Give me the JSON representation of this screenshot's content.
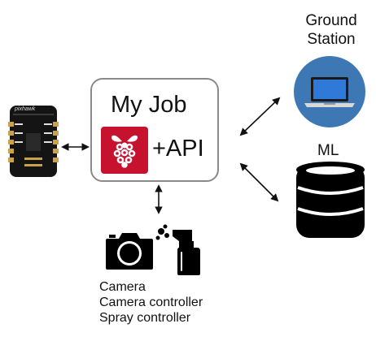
{
  "center": {
    "title": "My Job",
    "api_label": "+API",
    "board_icon": "raspberry-pi-icon"
  },
  "ground_station": {
    "label_line1": "Ground",
    "label_line2": "Station",
    "icon": "laptop-icon"
  },
  "ml": {
    "label": "ML",
    "icon": "database-icon"
  },
  "flight_controller": {
    "icon": "pixhawk-board-icon",
    "brand_text": "pixhawk"
  },
  "peripherals": {
    "icons": [
      "camera-icon",
      "spray-can-icon"
    ],
    "lines": [
      "Camera",
      "Camera controller",
      "Spray controller"
    ]
  },
  "colors": {
    "ground_station_circle": "#3d78b4",
    "laptop_screen": "#2f7ad9",
    "raspberry_bg": "#c6112f",
    "box_border": "#888888"
  }
}
